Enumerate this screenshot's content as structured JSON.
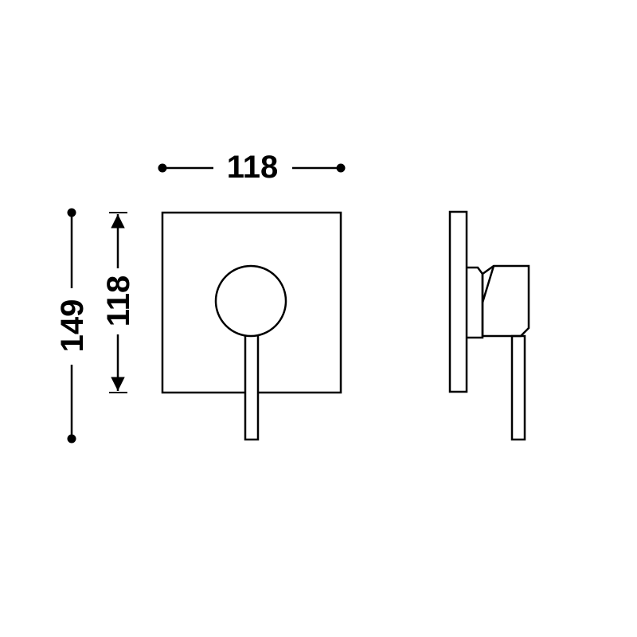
{
  "dimensions": {
    "width_label": "118",
    "plate_height_label": "118",
    "overall_height_label": "149"
  },
  "colors": {
    "line": "#000000",
    "background": "#ffffff"
  }
}
